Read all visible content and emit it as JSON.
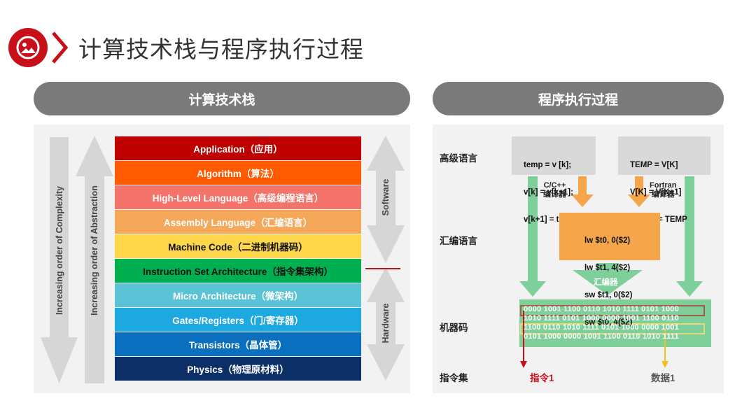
{
  "page_title": "计算技术栈与程序执行过程",
  "colors": {
    "accent": "#c8101a",
    "pill": "#7a7a7a",
    "panel": "#f2f2f2",
    "green": "#7fcf9a",
    "orange": "#f5a54a"
  },
  "left": {
    "header": "计算技术栈",
    "complexity_label": "Increasing order of Complexity",
    "abstraction_label": "Increasing order of Abstraction",
    "software_label": "Software",
    "hardware_label": "Hardware",
    "layers": [
      {
        "label": "Application（应用）",
        "bg": "#c00000",
        "fg": "#ffffff"
      },
      {
        "label": "Algorithm（算法）",
        "bg": "#ff5a00",
        "fg": "#ffffff"
      },
      {
        "label": "High-Level Language（高级编程语言）",
        "bg": "#f4736a",
        "fg": "#ffffff"
      },
      {
        "label": "Assembly Language（汇编语言）",
        "bg": "#f5a85a",
        "fg": "#ffffff"
      },
      {
        "label": "Machine Code（二进制机器码）",
        "bg": "#fdd64a",
        "fg": "#111111"
      },
      {
        "label": "Instruction Set Architecture（指令集架构）",
        "bg": "#00b050",
        "fg": "#111111"
      },
      {
        "label": "Micro Architecture（微架构）",
        "bg": "#5bc3d6",
        "fg": "#ffffff"
      },
      {
        "label": "Gates/Registers（门/寄存器）",
        "bg": "#1ea8e0",
        "fg": "#ffffff"
      },
      {
        "label": "Transistors（晶体管）",
        "bg": "#0b6fbf",
        "fg": "#ffffff"
      },
      {
        "label": "Physics（物理原材料）",
        "bg": "#0b2f66",
        "fg": "#ffffff"
      }
    ]
  },
  "right": {
    "header": "程序执行过程",
    "row_labels": {
      "high": "高级语言",
      "asm": "汇编语言",
      "machine": "机器码",
      "isa": "指令集"
    },
    "c_code": [
      "temp = v [k];",
      "v[k] = v[k+1];",
      "v[k+1] = temp;"
    ],
    "fortran_code": [
      "TEMP = V[K]",
      "V[K] = V[K+1]",
      "V[K+1] = TEMP"
    ],
    "c_compiler": [
      "C/C++",
      "编译器"
    ],
    "fortran_compiler": [
      "Fortran",
      "编译器"
    ],
    "asm_code": [
      "lw $t0, 0($2)",
      "lw $t1, 4($2)",
      "sw $t1, 0($2)",
      "sw $t0, 4($2)"
    ],
    "assembler": "汇编器",
    "binary": [
      "0000 1001 1100 0110 1010 1111 0101 1000",
      "1010 1111 0101 1000 0000 1001 1100 0110",
      "1100 0110 1010 1111 0101 1000 0000 1001",
      "0101 1000 0000 1001 1100 0110 1010 1111"
    ],
    "instruction_label": "指令1",
    "data_label": "数据1"
  }
}
